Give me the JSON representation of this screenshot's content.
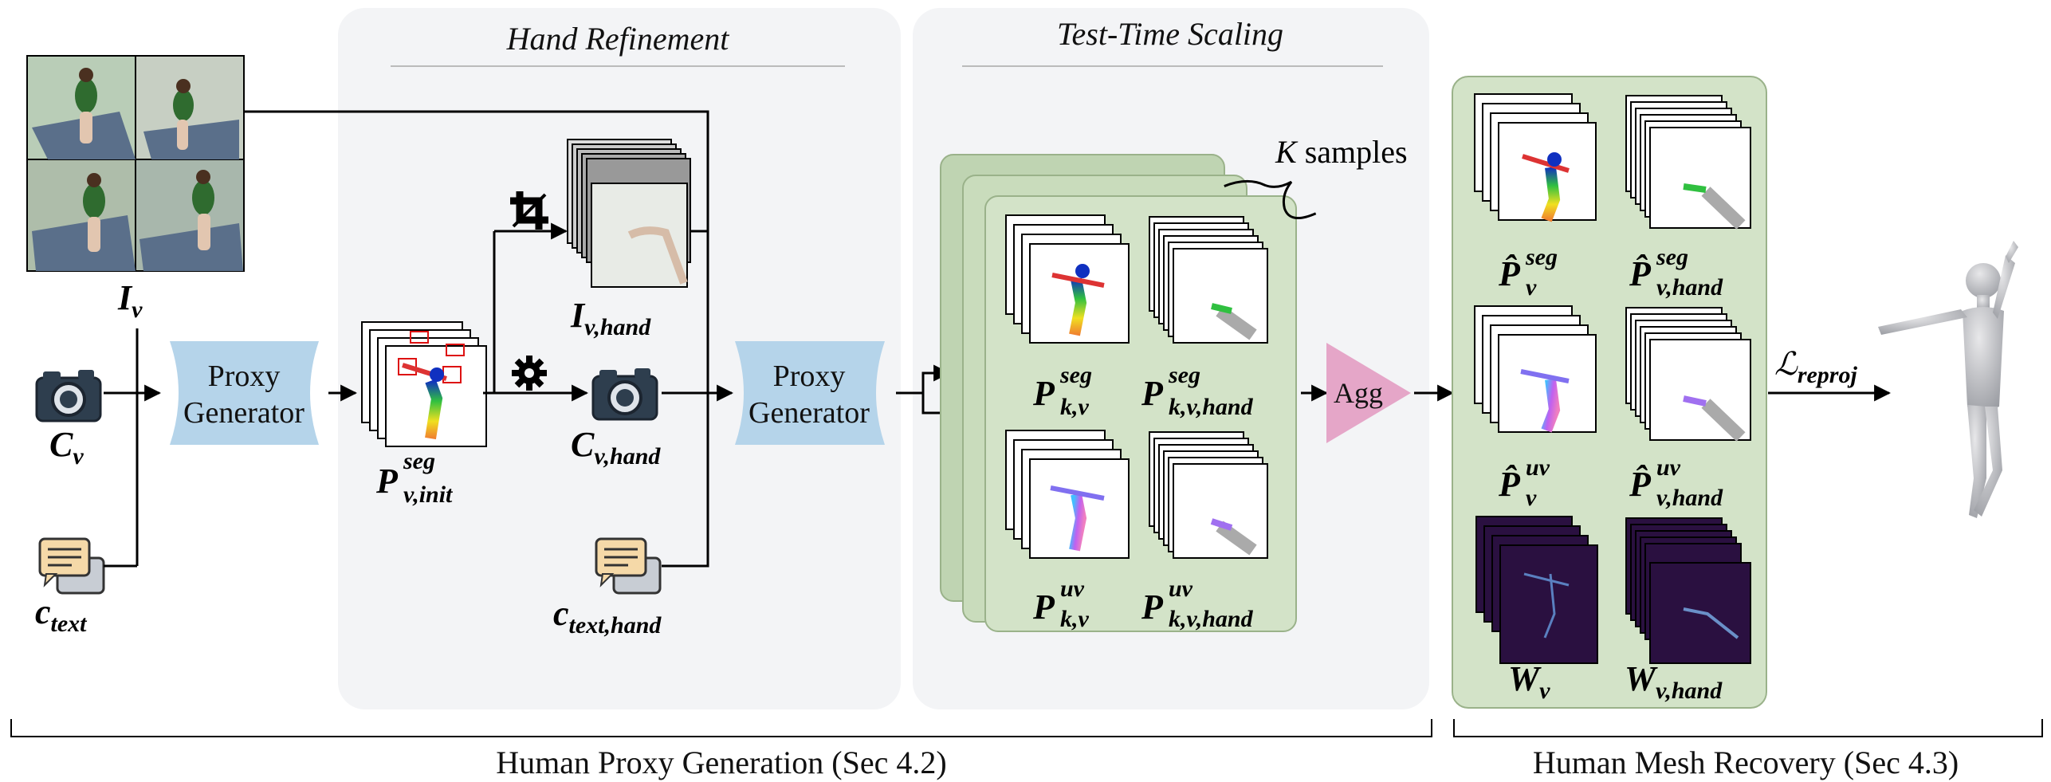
{
  "panels": {
    "hand_refinement_title": "Hand Refinement",
    "test_time_scaling_title": "Test-Time Scaling"
  },
  "nodes": {
    "proxy_generator_1": "Proxy Generator",
    "proxy_generator_2": "Proxy Generator",
    "agg": "Agg"
  },
  "labels": {
    "I_v": "I_v",
    "C_v": "C_v",
    "c_text": "c_text",
    "P_v_init": "P^seg_v,init",
    "I_v_hand": "I_v,hand",
    "C_v_hand": "C_v,hand",
    "c_text_hand": "c_text,hand",
    "k_samples": "K samples",
    "P_kv_seg": "P^seg_k,v",
    "P_kv_hand_seg": "P^seg_k,v,hand",
    "P_kv_uv": "P^uv_k,v",
    "P_kv_hand_uv": "P^uv_k,v,hand",
    "Phat_v_seg": "P̂^seg_v",
    "Phat_v_hand_seg": "P̂^seg_v,hand",
    "Phat_v_uv": "P̂^uv_v",
    "Phat_v_hand_uv": "P̂^uv_v,hand",
    "W_v": "W_v",
    "W_v_hand": "W_v,hand",
    "L_reproj": "ℒ_reproj"
  },
  "math": {
    "I": "I",
    "C": "C",
    "c": "c",
    "P": "P",
    "Phat": "P̂",
    "W": "W",
    "L": "ℒ",
    "K": "K",
    "v": "v",
    "text": "text",
    "seg": "seg",
    "uv": "uv",
    "v_init": "v,init",
    "v_hand": "v,hand",
    "text_hand": "text,hand",
    "k_v": "k,v",
    "k_v_hand": "k,v,hand",
    "reproj": "reproj",
    "samples": "samples"
  },
  "bottom_braces": {
    "left": "Human Proxy Generation (Sec 4.2)",
    "right": "Human Mesh Recovery (Sec 4.3)"
  },
  "icons": [
    "camera-icon",
    "chat-bubble-icon",
    "crop-icon",
    "gear-icon"
  ],
  "colors": {
    "panel_gray": "#f3f4f6",
    "proxy_blue": "#b5d4ea",
    "green_panel": "#d3e3c8",
    "agg_pink": "#e5a6c8",
    "arrow": "#000000"
  }
}
